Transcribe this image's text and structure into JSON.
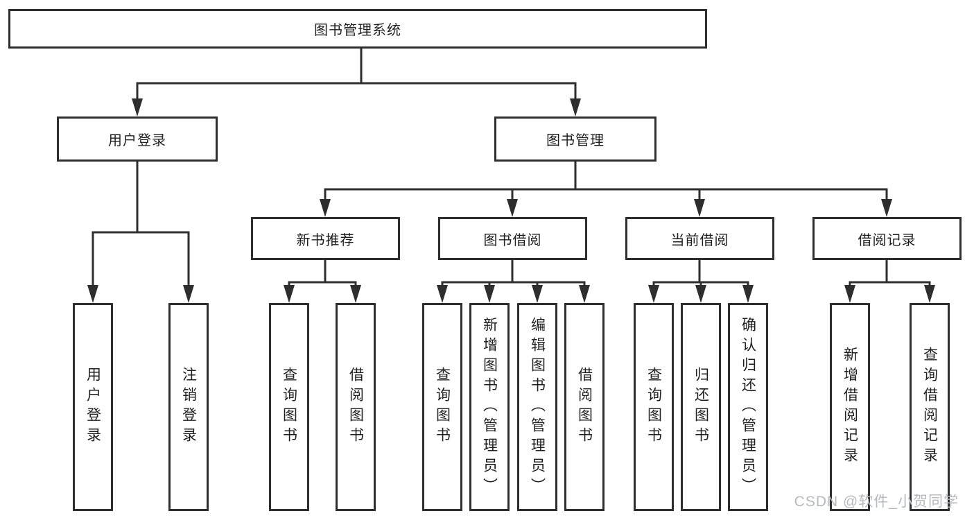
{
  "tree": {
    "root": {
      "label": "图书管理系统"
    },
    "branches": [
      {
        "label": "用户登录",
        "leaves": [
          {
            "label": "用户登录"
          },
          {
            "label": "注销登录"
          }
        ]
      },
      {
        "label": "图书管理",
        "sections": [
          {
            "label": "新书推荐",
            "leaves": [
              {
                "label": "查询图书"
              },
              {
                "label": "借阅图书"
              }
            ]
          },
          {
            "label": "图书借阅",
            "leaves": [
              {
                "label": "查询图书"
              },
              {
                "label": "新增图书（管理员）"
              },
              {
                "label": "编辑图书（管理员）"
              },
              {
                "label": "借阅图书"
              }
            ]
          },
          {
            "label": "当前借阅",
            "leaves": [
              {
                "label": "查询图书"
              },
              {
                "label": "归还图书"
              },
              {
                "label": "确认归还（管理员）"
              }
            ]
          },
          {
            "label": "借阅记录",
            "leaves": [
              {
                "label": "新增借阅记录"
              },
              {
                "label": "查询借阅记录"
              }
            ]
          }
        ]
      }
    ]
  },
  "watermark": {
    "text": "CSDN @软件_小贺同学"
  },
  "colors": {
    "line": "#2e2e2e",
    "box_border": "#2e2e2e",
    "box_fill": "#ffffff",
    "text": "#1f1f1f",
    "watermark": "#b6b9bd",
    "background": "#ffffff"
  }
}
